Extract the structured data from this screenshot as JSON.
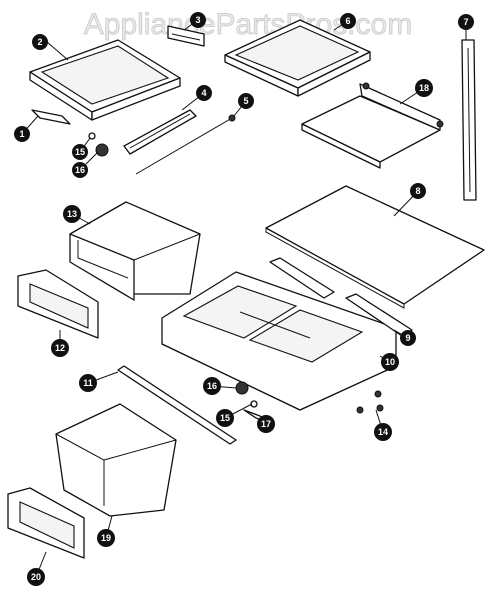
{
  "watermark": "AppliancePartsPros.com",
  "callouts": {
    "c1": "1",
    "c2": "2",
    "c3": "3",
    "c4": "4",
    "c5": "5",
    "c6": "6",
    "c7": "7",
    "c8": "8",
    "c9": "9",
    "c10": "10",
    "c11": "11",
    "c12": "12",
    "c13": "13",
    "c14": "14",
    "c15a": "15",
    "c15b": "15",
    "c16a": "16",
    "c16b": "16",
    "c17": "17",
    "c18": "18",
    "c19": "19",
    "c20": "20"
  }
}
